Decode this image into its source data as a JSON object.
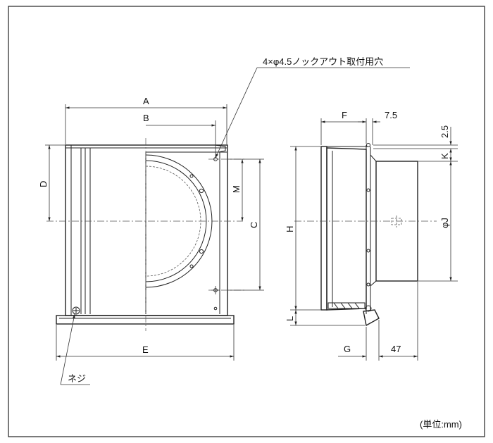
{
  "drawing": {
    "callout_knockout": "4×φ4.5ノックアウト取付用穴",
    "callout_screw": "ネジ",
    "unit_note": "(単位:mm)",
    "front_view": {
      "dim_A": "A",
      "dim_B": "B",
      "dim_C": "C",
      "dim_D": "D",
      "dim_E": "E",
      "dim_M": "M"
    },
    "side_view": {
      "dim_F": "F",
      "dim_7_5": "7.5",
      "dim_2_5": "2.5",
      "dim_K": "K",
      "dim_H": "H",
      "dim_phiJ": "φJ",
      "dim_L": "L",
      "dim_G": "G",
      "dim_47": "47"
    }
  }
}
